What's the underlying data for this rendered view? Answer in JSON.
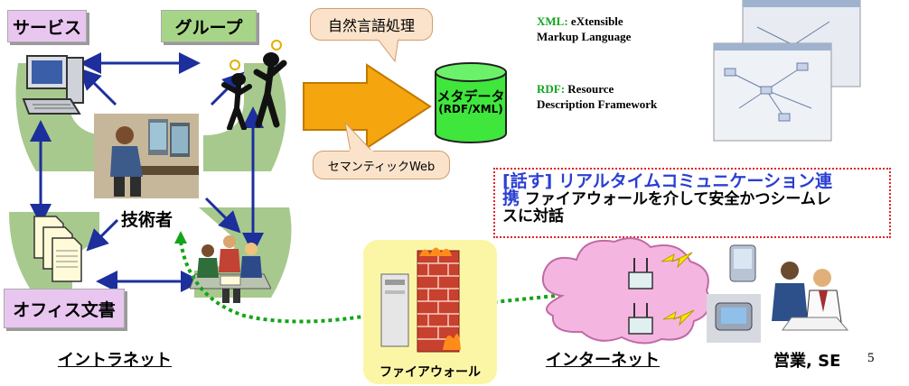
{
  "labels": {
    "service": "サービス",
    "group": "グループ",
    "office_docs": "オフィス文書",
    "engineer": "技術者",
    "intranet": "イントラネット",
    "nlp": "自然言語処理",
    "semantic_web": "セマンティックWeb",
    "metadata_title": "メタデータ",
    "metadata_sub": "(RDF/XML)",
    "firewall": "ファイアウォール",
    "internet": "インターネット",
    "sales_se": "営業, SE",
    "page_number": "5"
  },
  "definitions": {
    "xml_key": "XML:",
    "xml_desc_1": "eXtensible",
    "xml_desc_2": "Markup Language",
    "rdf_key": "RDF:",
    "rdf_desc_1": "Resource",
    "rdf_desc_2": "Description Framework"
  },
  "talk_box": {
    "heading_line1": "[話す]  リアルタイムコミュニケーション連",
    "heading_line2_start": "携",
    "body_line1": "  ファイアウォールを介して安全かつシームレ",
    "body_line2": "スに対話"
  },
  "colors": {
    "pink_label": "#e9c6f0",
    "green_label": "#a7d587",
    "arrow_blue": "#1c2f9c",
    "dotted_green": "#15a319",
    "talk_heading": "#2a3fd2",
    "talk_border": "#e0242a",
    "definition_key": "#11a61d",
    "big_arrow_orange": "#f5a50e",
    "cylinder_green": "#3fe63c",
    "cloud_pink": "#f4b6e0",
    "firewall_bg": "#fbf6a6"
  }
}
